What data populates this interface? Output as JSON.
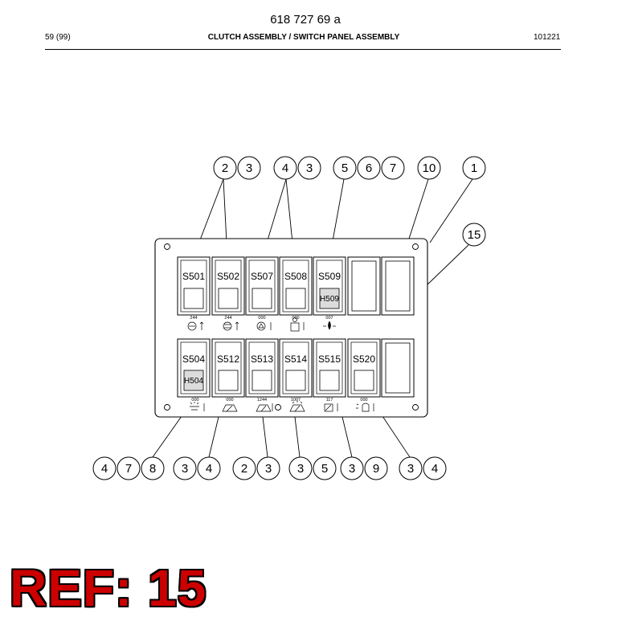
{
  "header": {
    "doc_number": "618 727 69 a",
    "page": "59 (99)",
    "title": "CLUTCH ASSEMBLY / SWITCH PANEL ASSEMBLY",
    "date_code": "101221"
  },
  "callouts_top": [
    "2",
    "3",
    "4",
    "3",
    "5",
    "6",
    "7",
    "10",
    "1"
  ],
  "callout_right": "15",
  "callouts_bottom": [
    "4",
    "7",
    "8",
    "3",
    "4",
    "2",
    "3",
    "3",
    "5",
    "3",
    "9",
    "3",
    "4"
  ],
  "switches_top": [
    {
      "label": "S501",
      "code": "244"
    },
    {
      "label": "S502",
      "code": "244"
    },
    {
      "label": "S507",
      "code": "000"
    },
    {
      "label": "S508",
      "code": "000"
    },
    {
      "label": "S509",
      "code": "007",
      "indicator": "H509"
    }
  ],
  "switches_bottom": [
    {
      "label": "S504",
      "code": "000",
      "indicator": "H504"
    },
    {
      "label": "S512",
      "code": "000"
    },
    {
      "label": "S513",
      "code": "1244"
    },
    {
      "label": "S514",
      "code": "1007"
    },
    {
      "label": "S515",
      "code": "117"
    },
    {
      "label": "S520",
      "code": "000"
    }
  ],
  "ref_label": "REF: 15"
}
